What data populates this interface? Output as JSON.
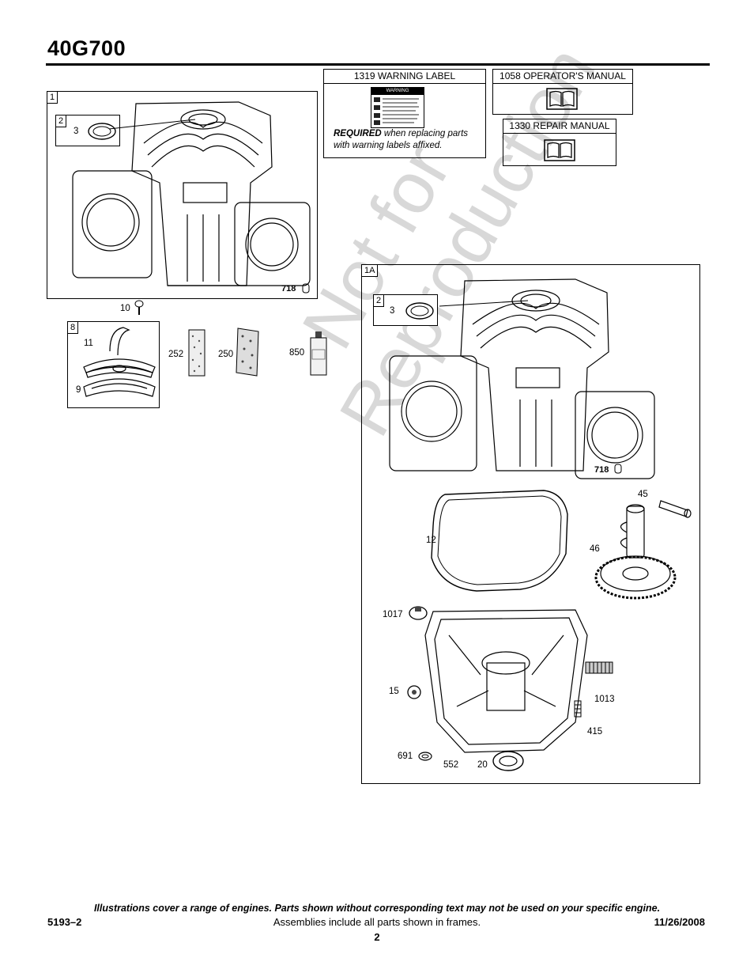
{
  "header": {
    "model": "40G700"
  },
  "watermark": {
    "line1": "Not for",
    "line2": "Reproduction"
  },
  "warning_label_box": {
    "title": "1319 WARNING LABEL",
    "label_heading": "WARNING",
    "required": "REQUIRED",
    "required_rest": " when replacing parts with warning labels affixed."
  },
  "operators_manual_box": {
    "title": "1058 OPERATOR'S MANUAL"
  },
  "repair_manual_box": {
    "title": "1330 REPAIR MANUAL"
  },
  "frame_1": {
    "tag": "1",
    "sub_tag": "2",
    "part_3": "3",
    "part_718": "718"
  },
  "loose_part_10": "10",
  "frame_8": {
    "tag": "8",
    "part_11": "11",
    "part_9": "9"
  },
  "loose_parts": {
    "p252": "252",
    "p250": "250",
    "p850": "850"
  },
  "frame_1a": {
    "tag": "1A",
    "sub_tag": "2",
    "part_3": "3",
    "part_718": "718",
    "part_45": "45",
    "part_46": "46",
    "part_12": "12",
    "part_1017": "1017",
    "part_15": "15",
    "part_1013": "1013",
    "part_415": "415",
    "part_691": "691",
    "part_552": "552",
    "part_20": "20"
  },
  "footer": {
    "note": "Illustrations cover a range of engines. Parts shown without corresponding text may not be used on your specific engine.",
    "doc_id": "5193–2",
    "assemblies": "Assemblies include all parts shown in frames.",
    "date": "11/26/2008",
    "page": "2"
  }
}
